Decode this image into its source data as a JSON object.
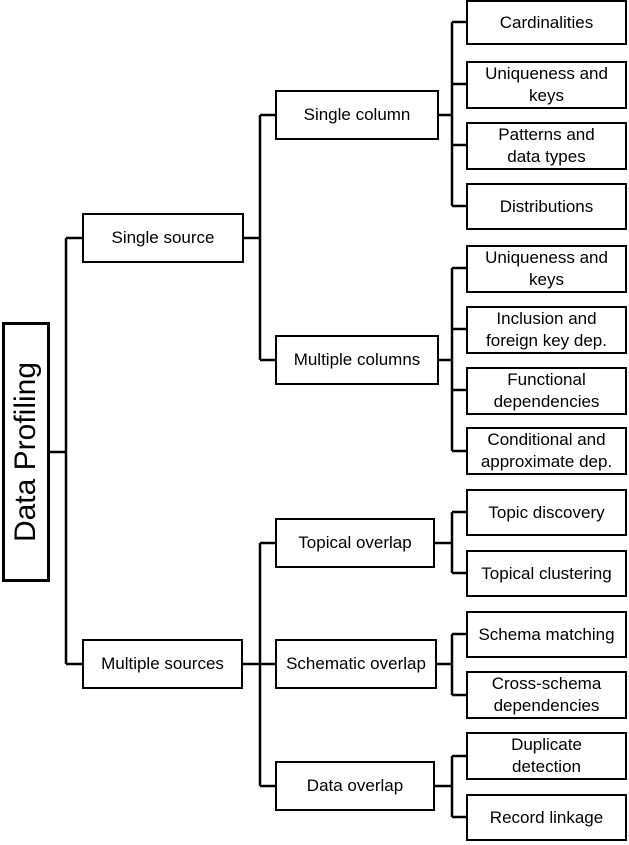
{
  "root": "Data Profiling",
  "nodes": {
    "single_source": "Single source",
    "multiple_sources": "Multiple sources",
    "single_column": "Single column",
    "multiple_columns": "Multiple columns",
    "topical_overlap": "Topical overlap",
    "schematic_overlap": "Schematic overlap",
    "data_overlap": "Data overlap"
  },
  "leaves": {
    "cardinalities": "Cardinalities",
    "uniqueness_single": "Uniqueness and\nkeys",
    "patterns": "Patterns and\ndata types",
    "distributions": "Distributions",
    "uniqueness_multi": "Uniqueness and\nkeys",
    "inclusion": "Inclusion and\nforeign key dep.",
    "functional": "Functional\ndependencies",
    "conditional": "Conditional and\napproximate dep.",
    "topic_discovery": "Topic discovery",
    "topical_clustering": "Topical clustering",
    "schema_matching": "Schema matching",
    "cross_schema": "Cross-schema\ndependencies",
    "duplicate_detection": "Duplicate\ndetection",
    "record_linkage": "Record linkage"
  }
}
